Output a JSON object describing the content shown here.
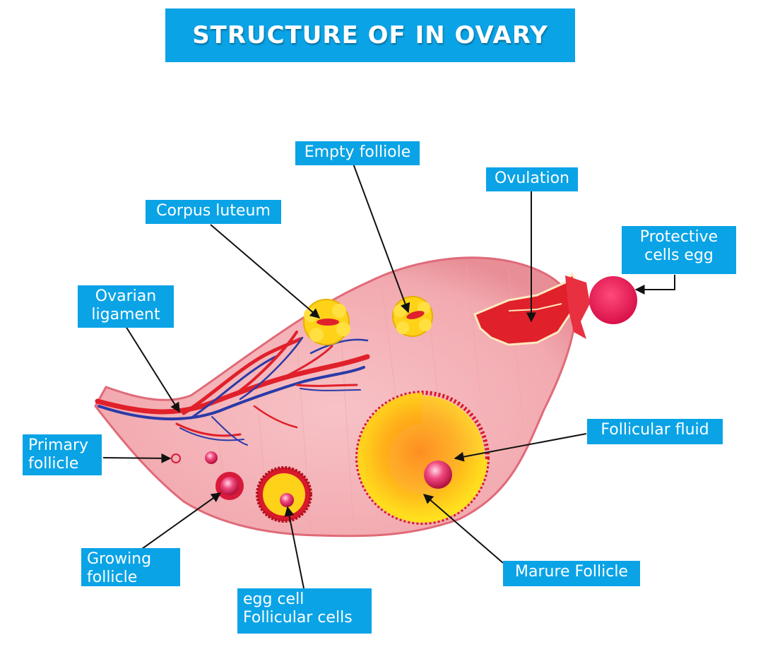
{
  "title": "STRUCTURE OF IN OVARY",
  "labels": {
    "empty_follicle": "Empty folliole",
    "ovulation": "Ovulation",
    "corpus_luteum": "Corpus luteum",
    "protective_cells": "Protective\ncells egg",
    "ovarian_ligament": "Ovarian\nligament",
    "primary_follicle": "Primary\nfollicle",
    "follicular_fluid": "Follicular fluid",
    "growing_follicle": "Growing\nfollicle",
    "mature_follicle": "Marure Follicle",
    "egg_cell": "egg cell\nFollicular cells"
  },
  "colors": {
    "label_bg": "#0aa3e6",
    "label_text": "#ffffff",
    "ovary_fill": "#f4b8bd",
    "follicle_yellow": "#ffd21a",
    "follicle_orange": "#ff9a1a",
    "blood_red": "#e0202a",
    "vein_blue": "#2a3aa8"
  }
}
